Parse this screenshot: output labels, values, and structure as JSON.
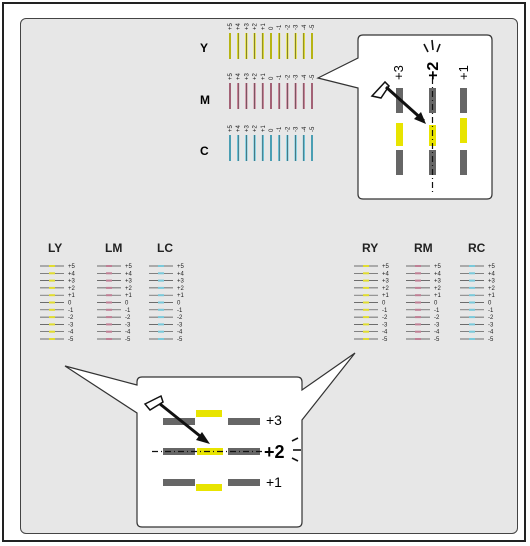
{
  "top_charts": [
    {
      "label": "Y",
      "color": "#e8e400"
    },
    {
      "label": "M",
      "color": "#cc6f8c"
    },
    {
      "label": "C",
      "color": "#4ec6e3"
    }
  ],
  "top_ticks": [
    "+5",
    "+4",
    "+3",
    "+2",
    "+1",
    "0",
    "-1",
    "-2",
    "-3",
    "-4",
    "-5"
  ],
  "side_charts": [
    {
      "label": "LY",
      "color": "#e0dc30"
    },
    {
      "label": "LM",
      "color": "#c07f95"
    },
    {
      "label": "LC",
      "color": "#79c9da"
    },
    {
      "label": "RY",
      "color": "#e0dc30"
    },
    {
      "label": "RM",
      "color": "#c07f95"
    },
    {
      "label": "RC",
      "color": "#79c9da"
    }
  ],
  "side_ticks": [
    "+5",
    "+4",
    "+3",
    "+2",
    "+1",
    "0",
    "-1",
    "-2",
    "-3",
    "-4",
    "-5"
  ],
  "zoom_top": {
    "labels": [
      "+3",
      "+2",
      "+1"
    ],
    "selected": "+2"
  },
  "zoom_bottom": {
    "labels": [
      "+3",
      "+2",
      "+1"
    ],
    "selected": "+2"
  }
}
